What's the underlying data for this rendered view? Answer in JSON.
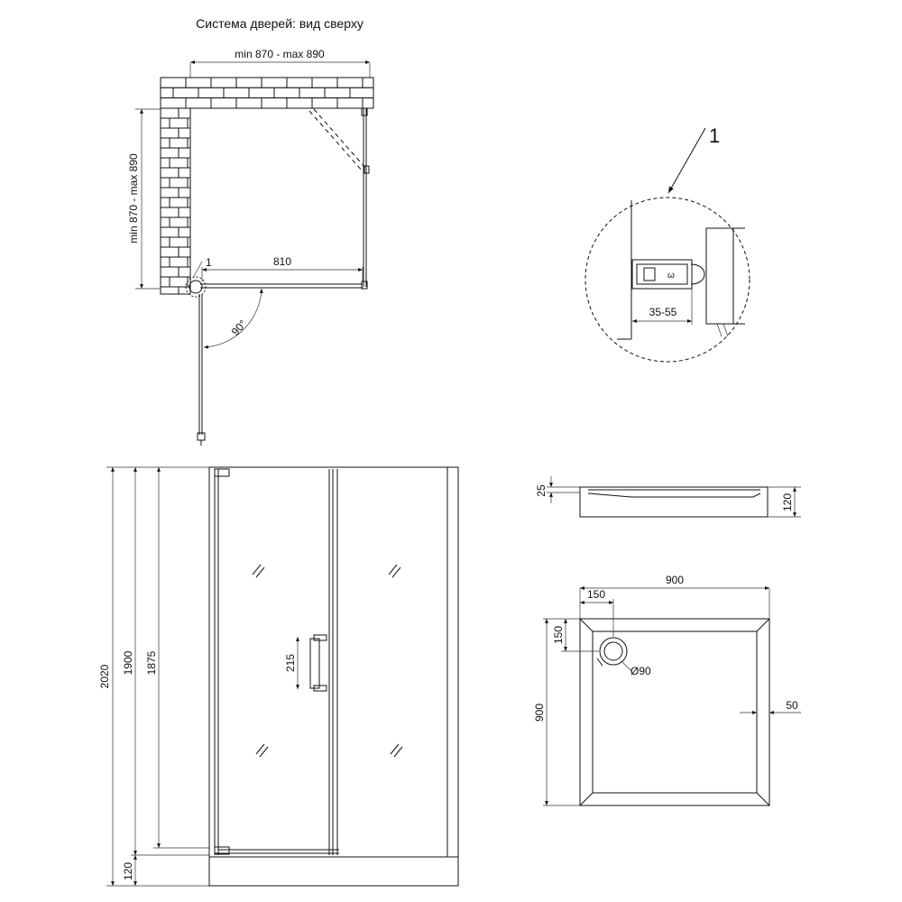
{
  "top_view": {
    "title": "Система дверей: вид сверху",
    "width_range": "min 870 - max 890",
    "depth_range": "min 870 - max 890",
    "door_width": "810",
    "angle": "90°",
    "callout": "1"
  },
  "detail": {
    "callout": "1",
    "adjust_range": "35-55"
  },
  "front_view": {
    "total_height": "2020",
    "height_1900": "1900",
    "height_1875": "1875",
    "tray_height": "120",
    "handle_height": "215"
  },
  "tray_side": {
    "rim": "25",
    "height": "120"
  },
  "tray_top": {
    "width": "900",
    "depth": "900",
    "drain_offset_x": "150",
    "drain_offset_y": "150",
    "drain_diameter": "Ø90",
    "rim_width": "50"
  }
}
